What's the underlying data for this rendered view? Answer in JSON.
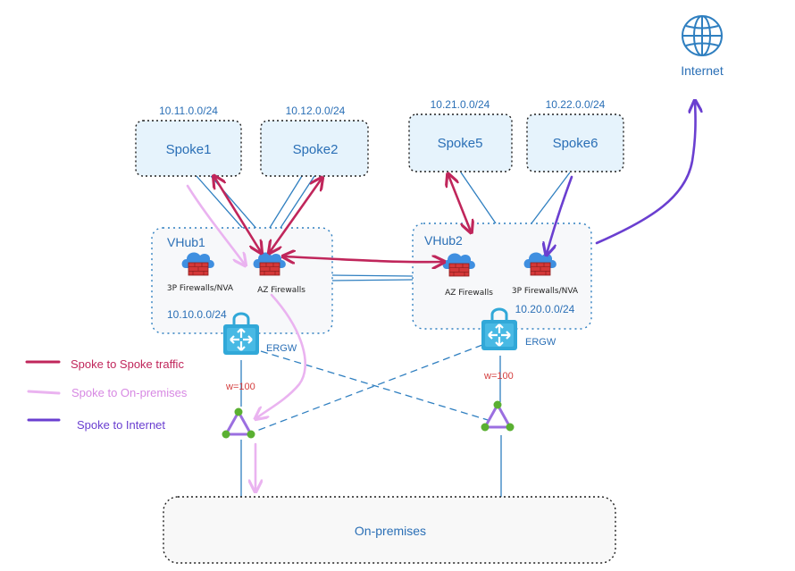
{
  "internet": {
    "label": "Internet",
    "icon": "globe-icon"
  },
  "spokes": [
    {
      "id": "spoke1",
      "name": "Spoke1",
      "cidr": "10.11.0.0/24"
    },
    {
      "id": "spoke2",
      "name": "Spoke2",
      "cidr": "10.12.0.0/24"
    },
    {
      "id": "spoke5",
      "name": "Spoke5",
      "cidr": "10.21.0.0/24"
    },
    {
      "id": "spoke6",
      "name": "Spoke6",
      "cidr": "10.22.0.0/24"
    }
  ],
  "hubs": [
    {
      "id": "vhub1",
      "name": "VHub1",
      "cidr": "10.10.0.0/24",
      "fw_3p": "3P Firewalls/NVA",
      "fw_az": "AZ Firewalls",
      "ergw": "ERGW",
      "weight": "w=100"
    },
    {
      "id": "vhub2",
      "name": "VHub2",
      "cidr": "10.20.0.0/24",
      "fw_3p": "3P Firewalls/NVA",
      "fw_az": "AZ Firewalls",
      "ergw": "ERGW",
      "weight": "w=100"
    }
  ],
  "onprem": {
    "label": "On-premises"
  },
  "legend": [
    {
      "label": "Spoke to Spoke traffic",
      "color": "#c0265b"
    },
    {
      "label": "Spoke to On-premises",
      "color": "#eab3f0"
    },
    {
      "label": "Spoke to Internet",
      "color": "#6a3fd0"
    }
  ],
  "colors": {
    "label_blue": "#2a6fb6",
    "connector_blue": "#2f7fc0",
    "box_fill": "#e6f3fc",
    "hub_fill": "#f7f8fa",
    "weight_red": "#d43d3d",
    "firewall_cloud": "#3f8fe0",
    "firewall_brick": "#d43838",
    "ergw_blue": "#31a8d8",
    "router_purple": "#9b6fe0",
    "router_node": "#5ab032"
  }
}
